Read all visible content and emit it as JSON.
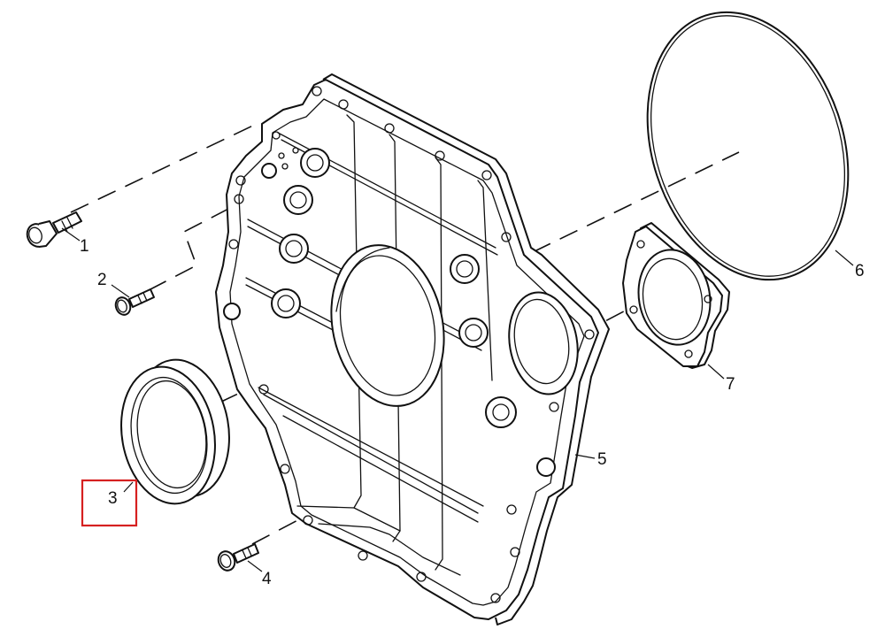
{
  "callouts": {
    "c1": "1",
    "c2": "2",
    "c3": "3",
    "c4": "4",
    "c5": "5",
    "c6": "6",
    "c7": "7"
  },
  "highlight": {
    "target": "3",
    "color": "#d62020"
  }
}
